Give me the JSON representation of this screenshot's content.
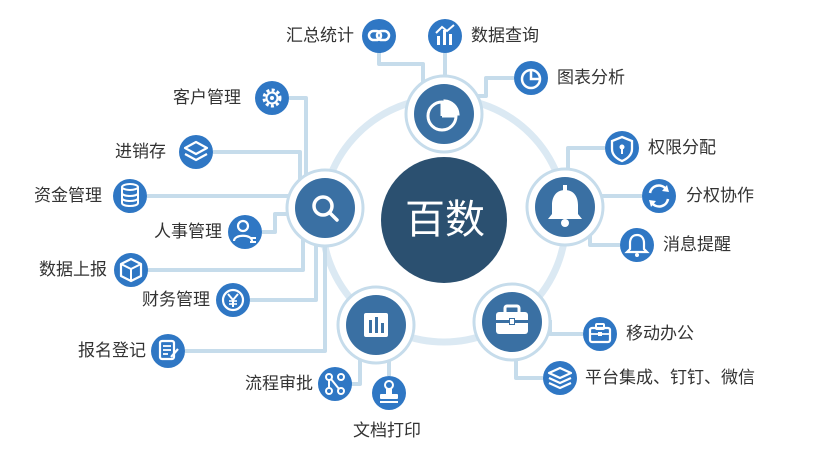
{
  "center": {
    "title": "百数"
  },
  "groups": {
    "top": [
      "汇总统计",
      "数据查询",
      "图表分析"
    ],
    "right": [
      "权限分配",
      "分权协作",
      "消息提醒"
    ],
    "left": [
      "客户管理",
      "进销存",
      "资金管理",
      "人事管理",
      "数据上报",
      "财务管理",
      "报名登记"
    ],
    "bottom_left": [
      "流程审批",
      "文档打印"
    ],
    "bottom_right": [
      "移动办公",
      "平台集成、钉钉、微信"
    ]
  },
  "colors": {
    "dark_navy": "#2b5070",
    "hub_blue": "#3a70a3",
    "icon_blue": "#2f77c4",
    "connector": "#c6dceb",
    "ring": "#dbe9f3"
  },
  "icons": {
    "summary": "link-icon",
    "query": "bar-chart-icon",
    "chart": "pie-chart-icon",
    "permission": "shield-icon",
    "collaboration": "sync-icon",
    "notification": "bell-icon",
    "customer": "gear-icon",
    "inventory": "layers-icon",
    "funds": "coins-icon",
    "hr": "person-icon",
    "report": "cube-icon",
    "finance": "yen-icon",
    "registration": "form-icon",
    "approval": "flow-icon",
    "print": "stamp-icon",
    "mobile": "briefcase-icon",
    "integration": "stack-icon"
  }
}
